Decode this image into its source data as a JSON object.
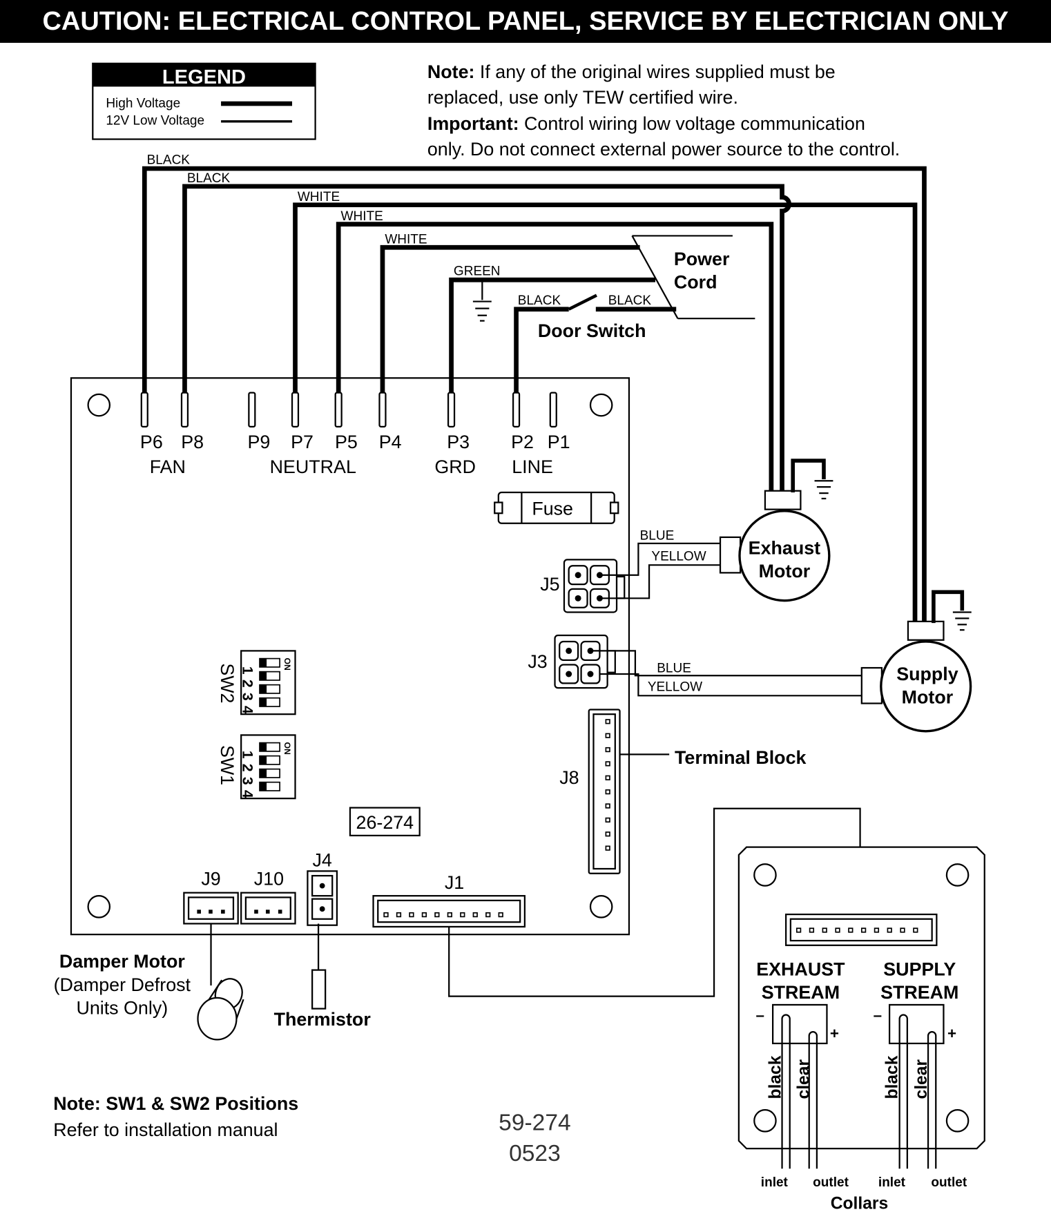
{
  "banner": "CAUTION: ELECTRICAL CONTROL PANEL, SERVICE BY ELECTRICIAN ONLY",
  "legend": {
    "title": "LEGEND",
    "high_voltage": "High Voltage",
    "low_voltage": "12V Low Voltage"
  },
  "note": {
    "label": "Note:",
    "line1_rest": " If any of the original wires supplied must be",
    "line2": "replaced, use only TEW certified wire.",
    "important_label": "Important:",
    "line3_rest": " Control wiring low voltage communication",
    "line4": "only. Do not connect external power source to the control."
  },
  "wires": {
    "black1": "BLACK",
    "black2": "BLACK",
    "white1": "WHITE",
    "white2": "WHITE",
    "white3": "WHITE",
    "green": "GREEN",
    "switch_black_left": "BLACK",
    "switch_black_right": "BLACK"
  },
  "power_cord": [
    "Power",
    "Cord"
  ],
  "door_switch": "Door Switch",
  "pins": {
    "p6": "P6",
    "p8": "P8",
    "p9": "P9",
    "p7": "P7",
    "p5": "P5",
    "p4": "P4",
    "p3": "P3",
    "p2": "P2",
    "p1": "P1"
  },
  "groups": {
    "fan": "FAN",
    "neutral": "NEUTRAL",
    "grd": "GRD",
    "line": "LINE"
  },
  "fuse": "Fuse",
  "connectors": {
    "j5": "J5",
    "j3": "J3",
    "j8": "J8",
    "j9": "J9",
    "j10": "J10",
    "j4": "J4",
    "j1": "J1"
  },
  "motor_wires": {
    "exhaust_blue": "BLUE",
    "exhaust_yellow": "YELLOW",
    "supply_blue": "BLUE",
    "supply_yellow": "YELLOW"
  },
  "exhaust_motor": [
    "Exhaust",
    "Motor"
  ],
  "supply_motor": [
    "Supply",
    "Motor"
  ],
  "terminal_block": "Terminal Block",
  "switches": {
    "sw2": "SW2",
    "sw1": "SW1",
    "on": "ON",
    "positions": [
      "1",
      "2",
      "3",
      "4"
    ]
  },
  "board_part": "26-274",
  "damper": [
    "Damper Motor",
    "(Damper Defrost",
    "Units Only)"
  ],
  "thermistor": "Thermistor",
  "footer_note": {
    "title": "Note: SW1 & SW2 Positions",
    "body": "Refer to installation manual"
  },
  "drawing_number": [
    "59-274",
    "0523"
  ],
  "sensor_board": {
    "exhaust": [
      "EXHAUST",
      "STREAM"
    ],
    "supply": [
      "SUPPLY",
      "STREAM"
    ],
    "minus": "–",
    "plus": "+",
    "black": "black",
    "clear": "clear",
    "inlet": "inlet",
    "outlet": "outlet",
    "collars": "Collars"
  }
}
